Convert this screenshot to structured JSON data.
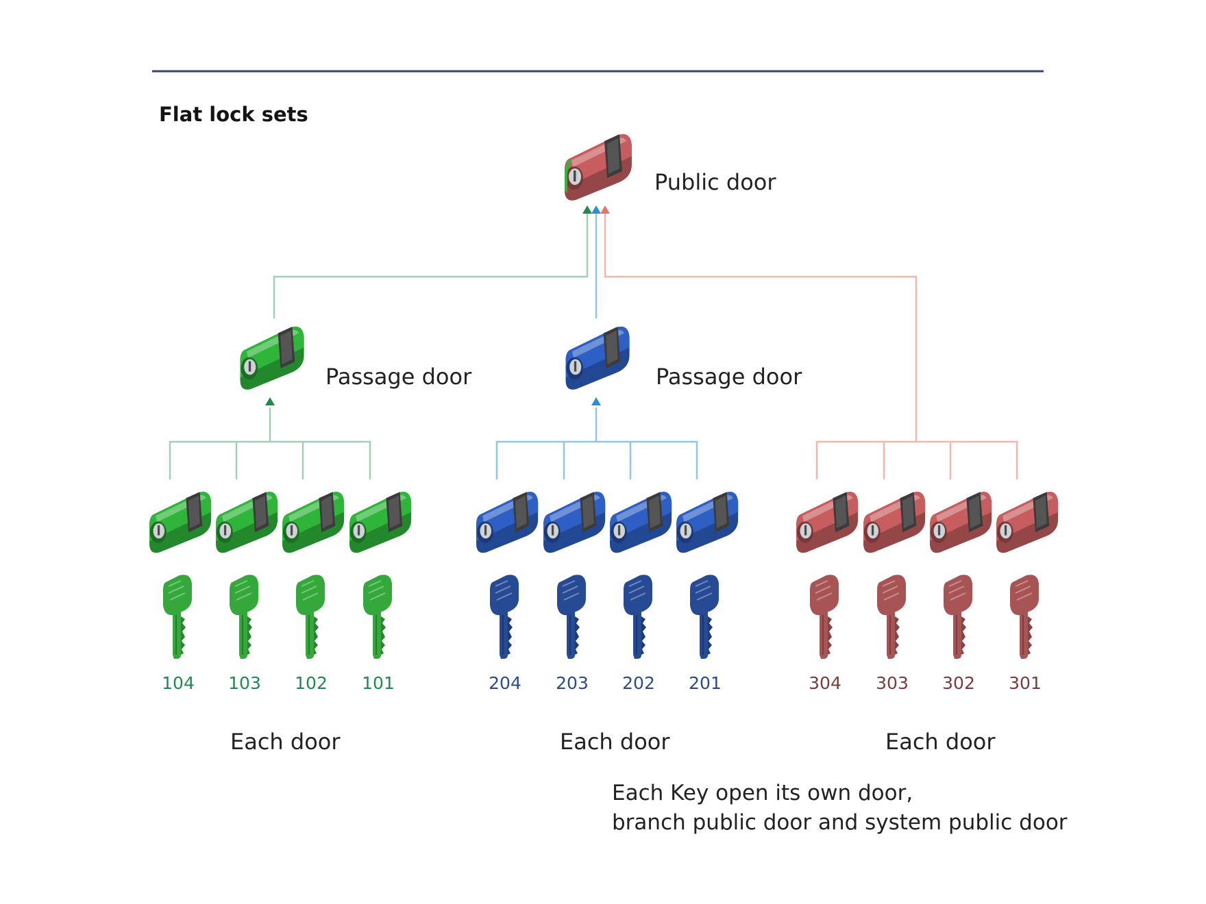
{
  "diagram": {
    "title": "Flat lock sets",
    "colors": {
      "green": "#2fb53a",
      "blue": "#2d5fc4",
      "red": "#c75d5f",
      "line_green": "#9fd0b4",
      "line_blue": "#8ec6e8",
      "line_red": "#f0b7aa",
      "arrow_green": "#1f8a49",
      "arrow_blue": "#2a8fd6",
      "arrow_red": "#e2776a",
      "rule": "#3a4566"
    },
    "public_door": {
      "label": "Public door",
      "icon": "lock-cylinder-icon"
    },
    "branches": [
      {
        "name": "green",
        "passage_label": "Passage door",
        "group_label": "Each door",
        "key_numbers": [
          "104",
          "103",
          "102",
          "101"
        ],
        "number_color": "#1f8a4d"
      },
      {
        "name": "blue",
        "passage_label": "Passage door",
        "group_label": "Each door",
        "key_numbers": [
          "204",
          "203",
          "202",
          "201"
        ],
        "number_color": "#2c4a86"
      },
      {
        "name": "red",
        "passage_label": "",
        "group_label": "Each door",
        "key_numbers": [
          "304",
          "303",
          "302",
          "301"
        ],
        "number_color": "#7a3b3b"
      }
    ],
    "note": {
      "line1": "Each Key open its own door,",
      "line2": "branch public door and system public door"
    }
  }
}
